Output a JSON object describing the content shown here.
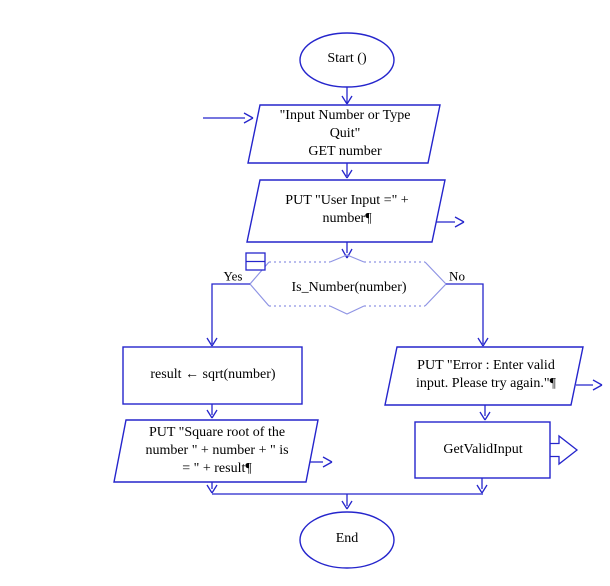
{
  "colors": {
    "line_blue": "#2525cc",
    "light_blue": "#8f94e4",
    "text": "#000000",
    "background": "#ffffff"
  },
  "nodes": {
    "start": "Start ()",
    "input_prompt": "\"Input Number or Type\nQuit\"\nGET number",
    "put_user_input": "PUT \"User Input =\" +\nnumber¶",
    "decision": "Is_Number(number)",
    "branch_yes": "Yes",
    "branch_no": "No",
    "assign_sqrt": "result ← sqrt(number)",
    "put_sqrt_result": "PUT \"Square root of the\nnumber \" + number + \" is\n= \" + result¶",
    "put_error": "PUT \"Error : Enter valid\ninput. Please try again.\"¶",
    "call_subroutine": "GetValidInput",
    "end": "End"
  }
}
